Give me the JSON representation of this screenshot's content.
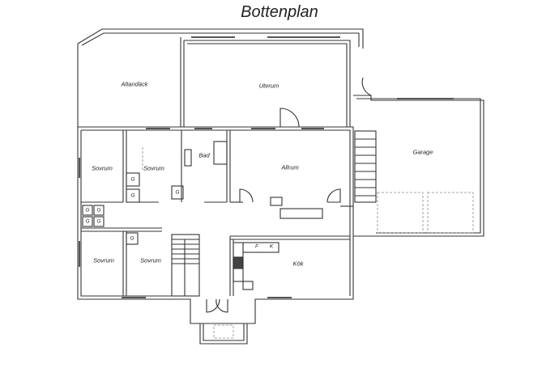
{
  "title": "Bottenplan",
  "rooms": {
    "altandack": "Altandäck",
    "uterum": "Uterum",
    "sovrum_top_left": "Sovrum",
    "sovrum_top_mid": "Sovrum",
    "bad": "Bad",
    "allrum": "Allrum",
    "garage": "Garage",
    "sovrum_bottom_left": "Sovrum",
    "sovrum_bottom_mid": "Sovrum",
    "kok": "Kök"
  },
  "fixtures": {
    "wardrobe": "G",
    "fridge": "F",
    "freezer": "K"
  },
  "colors": {
    "wall": "#333333",
    "window": "#555555",
    "dashed": "#888888"
  }
}
